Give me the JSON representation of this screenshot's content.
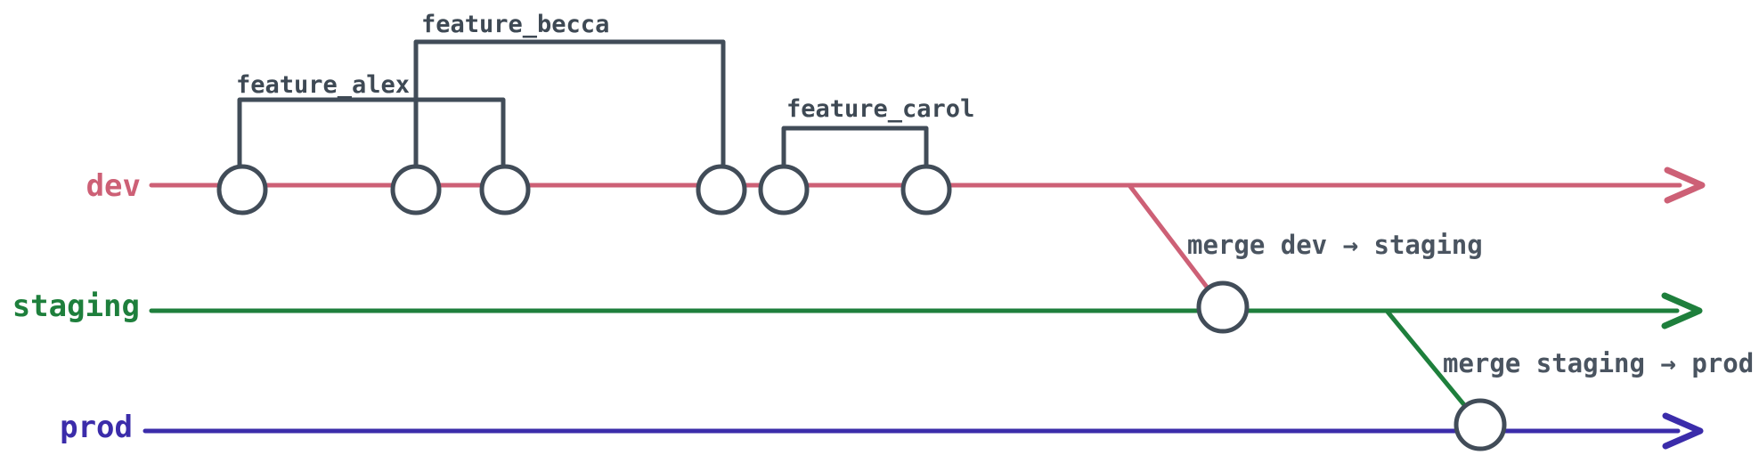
{
  "diagram": {
    "type": "git-branch-timeline",
    "background": "#ffffff",
    "ink_color": "#414c58",
    "text_colors": {
      "feature": "#3e4954",
      "merge": "#4a5460"
    },
    "branches": {
      "dev": {
        "label": "dev",
        "color": "#cd6076",
        "commit_count": 6
      },
      "staging": {
        "label": "staging",
        "color": "#1e7f3c",
        "commit_count": 1
      },
      "prod": {
        "label": "prod",
        "color": "#3b2caa",
        "commit_count": 1
      }
    },
    "feature_branches": [
      {
        "label": "feature_alex",
        "from_commit": 1,
        "to_commit": 3
      },
      {
        "label": "feature_becca",
        "from_commit": 2,
        "to_commit": 4
      },
      {
        "label": "feature_carol",
        "from_commit": 5,
        "to_commit": 6
      }
    ],
    "merges": [
      {
        "label": "merge dev → staging",
        "from": "dev",
        "to": "staging"
      },
      {
        "label": "merge staging → prod",
        "from": "staging",
        "to": "prod"
      }
    ]
  }
}
